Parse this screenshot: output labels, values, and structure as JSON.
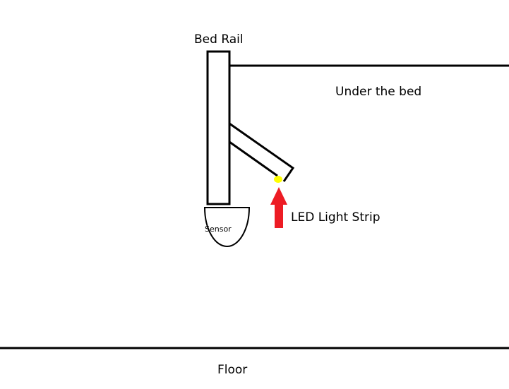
{
  "labels": {
    "bed_rail": "Bed Rail",
    "under_bed": "Under the bed",
    "sensor": "Sensor",
    "led_strip": "LED Light Strip",
    "floor": "Floor"
  },
  "colors": {
    "line": "#000000",
    "background": "#ffffff",
    "led": "#ffff00",
    "arrow": "#ed1c24"
  }
}
